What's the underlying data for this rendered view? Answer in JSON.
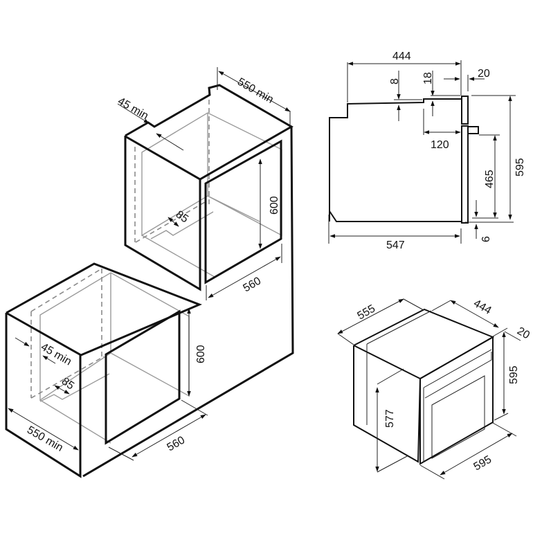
{
  "diagram": {
    "subject": "Built-in oven installation dimensions (mm)",
    "colors": {
      "line": "#111111",
      "hidden": "#8a8a8a",
      "background": "#ffffff"
    }
  },
  "column_installation": {
    "cabinet_depth": "550 min",
    "rear_gap": "45 min",
    "niche_height": "600",
    "niche_width": "560",
    "base_cutout": "85"
  },
  "under_counter_installation": {
    "cabinet_depth": "550 min",
    "rear_gap": "45 min",
    "niche_height": "600",
    "niche_width": "560",
    "base_cutout": "85"
  },
  "side_view": {
    "body_depth_top": "444",
    "front_panel_thickness": "20",
    "top_step_8": "8",
    "top_step_18": "18",
    "control_depth": "120",
    "overall_height": "595",
    "door_height": "465",
    "bottom_offset": "6",
    "body_depth_bottom": "547"
  },
  "iso_view": {
    "overall_depth": "555",
    "body_depth": "444",
    "front_thickness": "20",
    "front_height": "595",
    "body_height": "577",
    "front_width": "595"
  }
}
